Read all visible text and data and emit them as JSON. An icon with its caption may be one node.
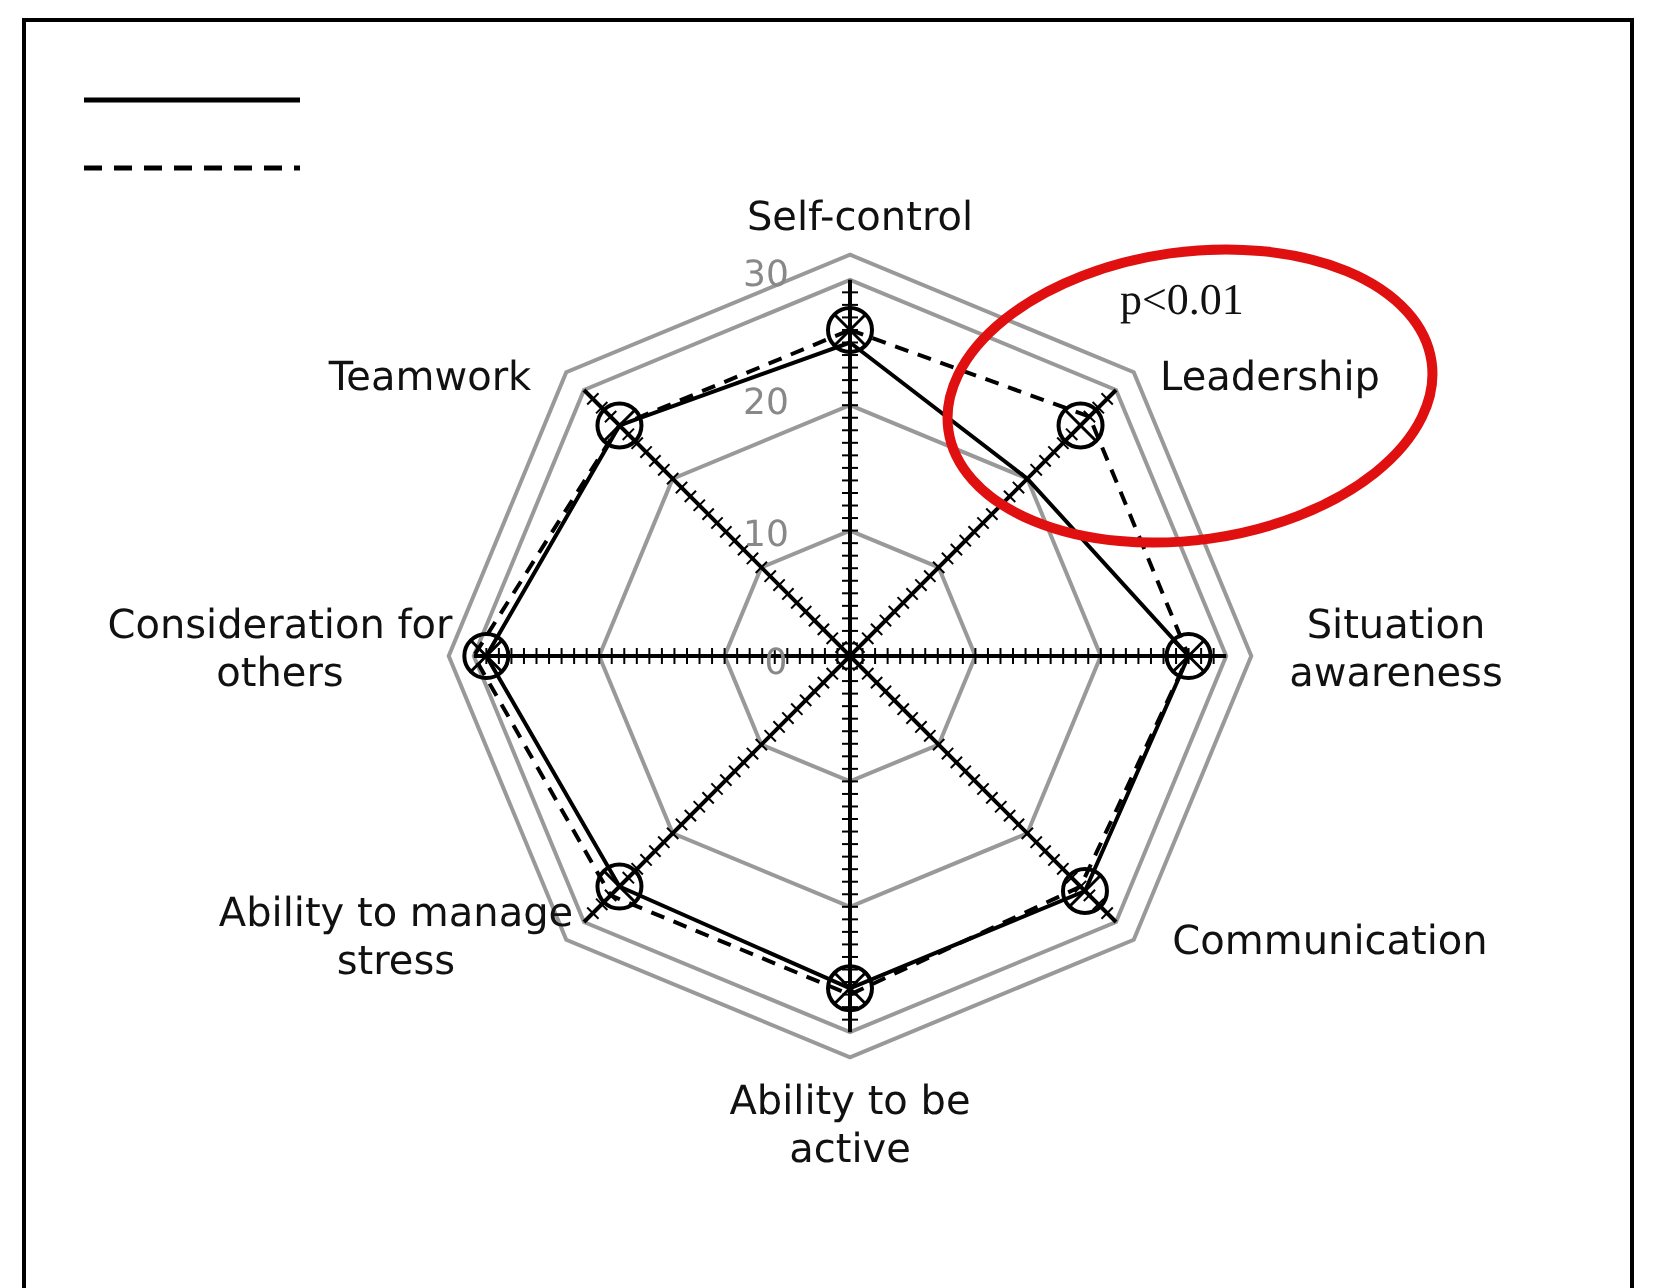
{
  "diagram": {
    "labels": [
      "Self-control",
      "30",
      "20",
      "10",
      "0",
      "Teamwork",
      "p<0.01",
      "Leadership",
      "Consideration for others",
      "Situation awareness",
      "Ability to manage stress",
      "Communication",
      "Ability to be active"
    ]
  }
}
